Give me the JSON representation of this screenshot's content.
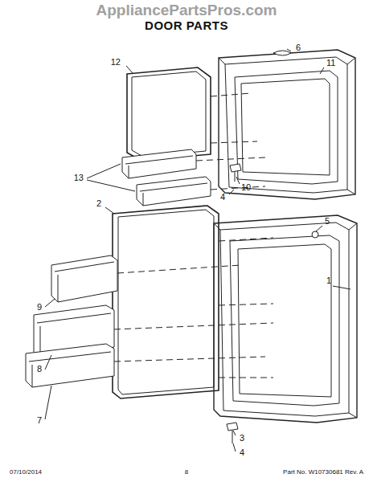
{
  "diagram": {
    "title": "DOOR PARTS",
    "labels": [
      "AppliancePartsPros.com",
      "12",
      "6",
      "11",
      "13",
      "10",
      "4",
      "2",
      "5",
      "1",
      "9",
      "8",
      "7",
      "3",
      "4",
      "07/10/2014",
      "8",
      "Part No. W10730681 Rev. A"
    ]
  }
}
